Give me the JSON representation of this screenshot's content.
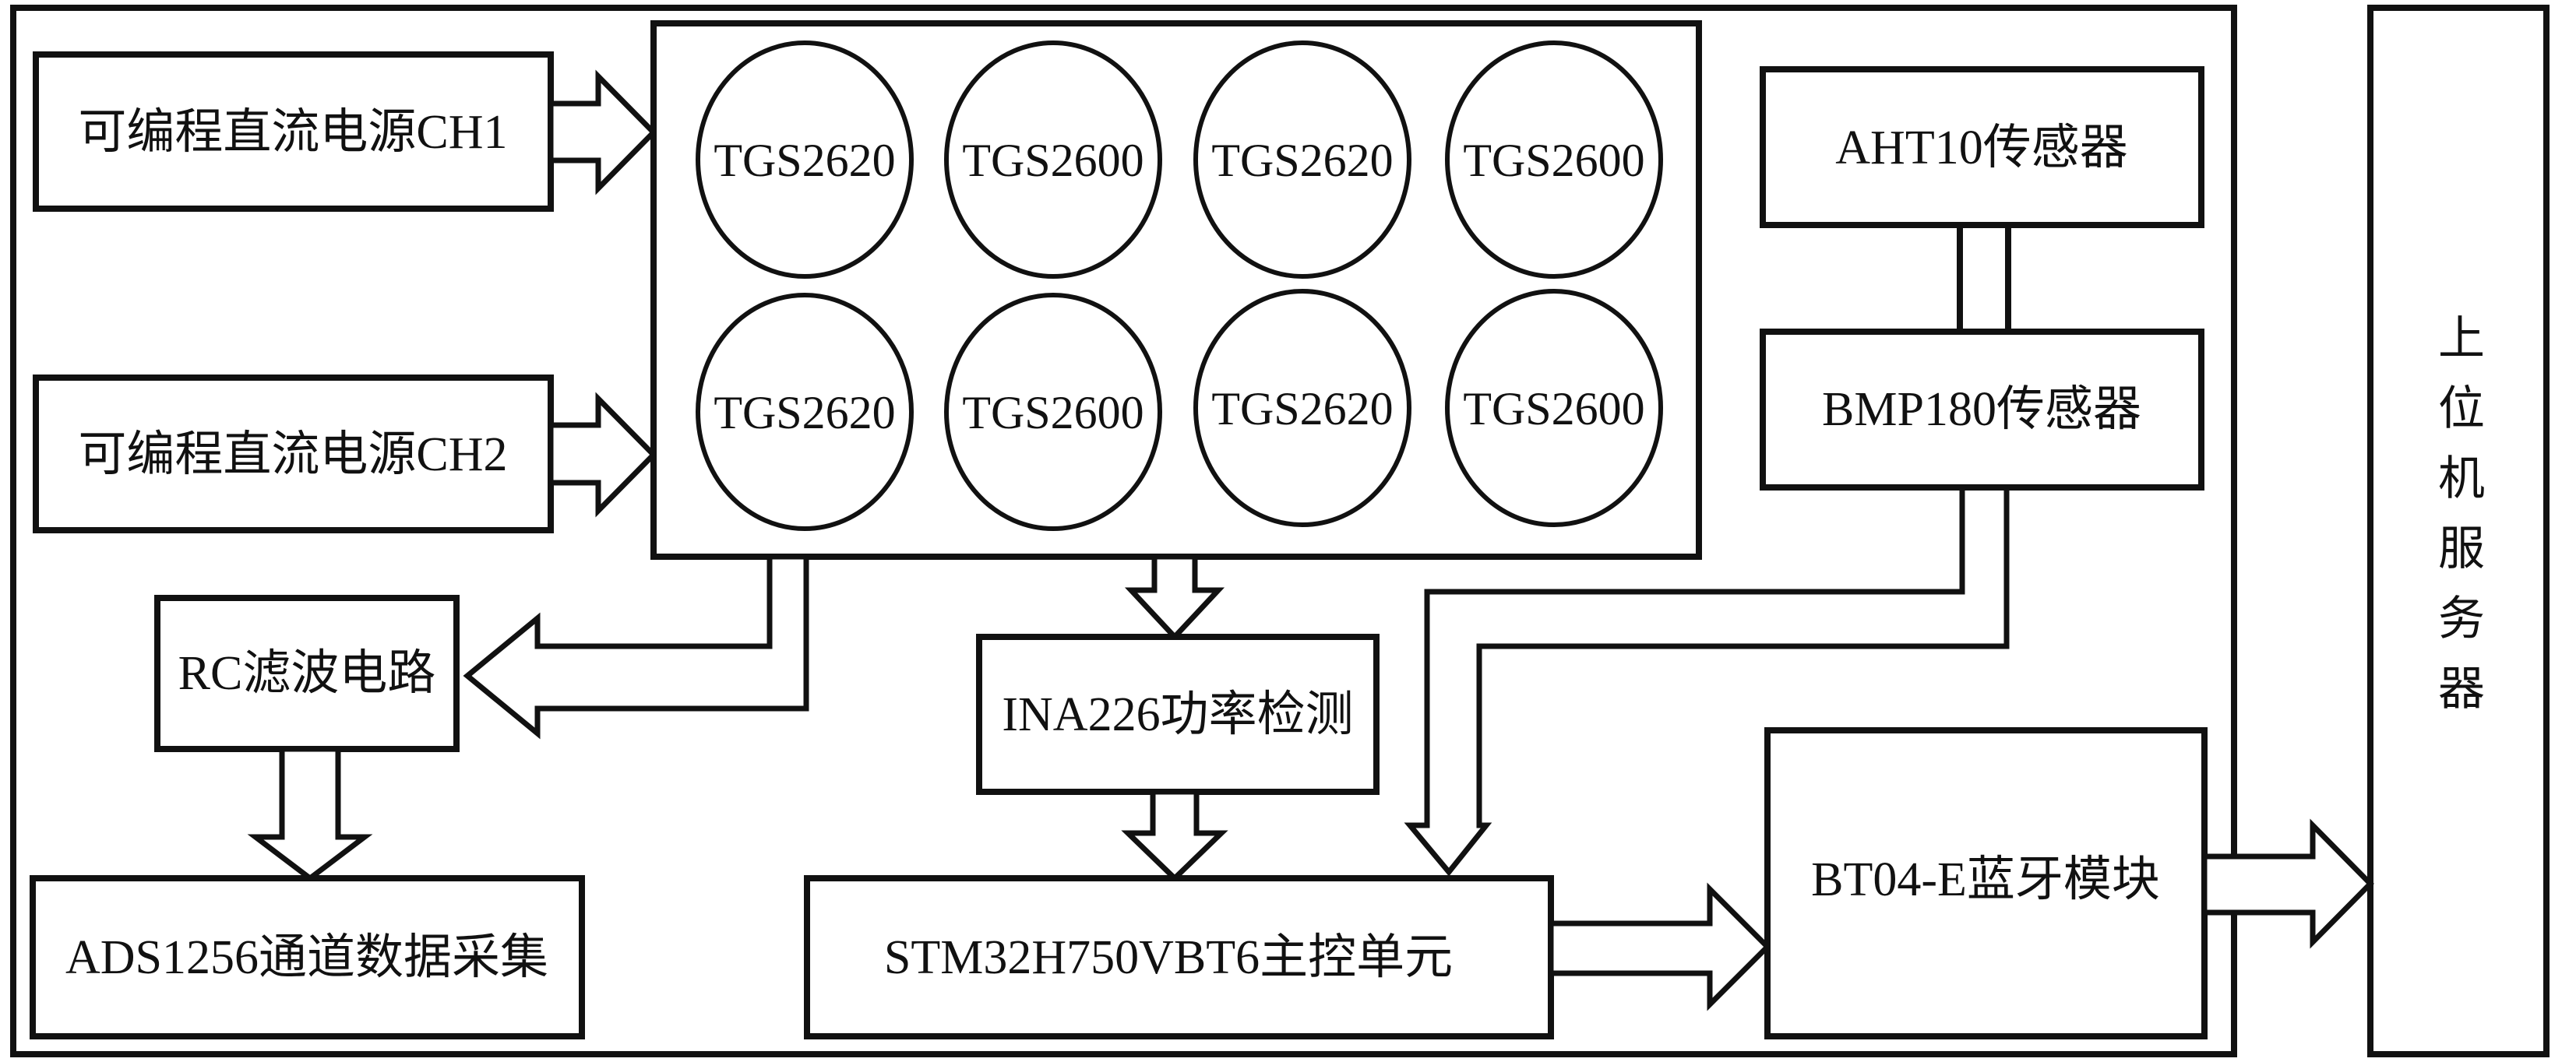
{
  "diagram": {
    "type": "block-diagram",
    "blocks": {
      "power_ch1": "可编程直流电源CH1",
      "power_ch2": "可编程直流电源CH2",
      "rc_filter": "RC滤波电路",
      "adc": "ADS1256通道数据采集",
      "power_monitor": "INA226功率检测",
      "mcu": "STM32H750VBT6主控单元",
      "aht10": "AHT10传感器",
      "bmp180": "BMP180传感器",
      "bluetooth": "BT04-E蓝牙模块",
      "server": "上位机服务器"
    },
    "server_chars": [
      "上",
      "位",
      "机",
      "服",
      "务",
      "器"
    ],
    "sensor_array": {
      "row1": [
        "TGS2620",
        "TGS2600",
        "TGS2620",
        "TGS2600"
      ],
      "row2": [
        "TGS2620",
        "TGS2600",
        "TGS2620",
        "TGS2600"
      ]
    },
    "connections": [
      {
        "from": "可编程直流电源CH1",
        "to": "sensor_array"
      },
      {
        "from": "可编程直流电源CH2",
        "to": "sensor_array"
      },
      {
        "from": "sensor_array",
        "to": "RC滤波电路"
      },
      {
        "from": "RC滤波电路",
        "to": "ADS1256通道数据采集"
      },
      {
        "from": "sensor_array",
        "to": "INA226功率检测"
      },
      {
        "from": "INA226功率检测",
        "to": "STM32H750VBT6主控单元"
      },
      {
        "from": "AHT10传感器",
        "to": "BMP180传感器"
      },
      {
        "from": "BMP180传感器",
        "to": "STM32H750VBT6主控单元"
      },
      {
        "from": "STM32H750VBT6主控单元",
        "to": "BT04-E蓝牙模块"
      },
      {
        "from": "BT04-E蓝牙模块",
        "to": "上位机服务器"
      }
    ]
  }
}
